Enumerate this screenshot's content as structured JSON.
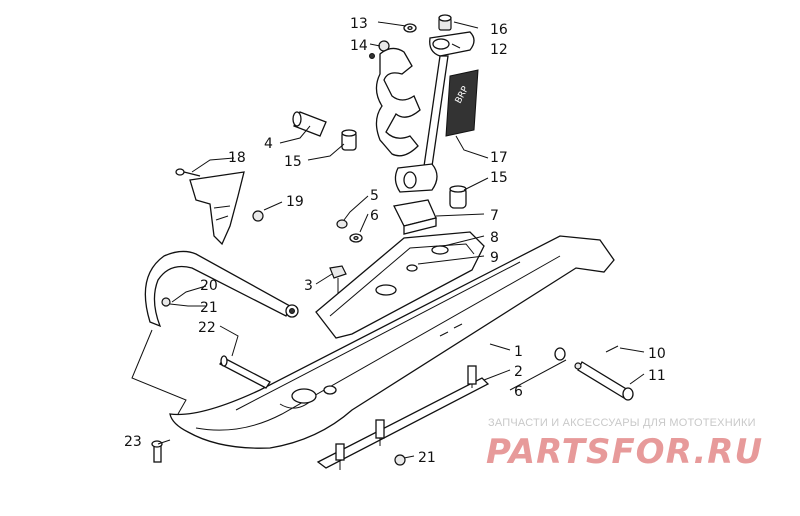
{
  "callouts": [
    {
      "id": "13",
      "label": "13"
    },
    {
      "id": "16",
      "label": "16"
    },
    {
      "id": "14",
      "label": "14"
    },
    {
      "id": "12",
      "label": "12"
    },
    {
      "id": "4",
      "label": "4"
    },
    {
      "id": "15a",
      "label": "15"
    },
    {
      "id": "18",
      "label": "18"
    },
    {
      "id": "17",
      "label": "17"
    },
    {
      "id": "15b",
      "label": "15"
    },
    {
      "id": "19",
      "label": "19"
    },
    {
      "id": "5",
      "label": "5"
    },
    {
      "id": "6a",
      "label": "6"
    },
    {
      "id": "7",
      "label": "7"
    },
    {
      "id": "8",
      "label": "8"
    },
    {
      "id": "9",
      "label": "9"
    },
    {
      "id": "3",
      "label": "3"
    },
    {
      "id": "20",
      "label": "20"
    },
    {
      "id": "21a",
      "label": "21"
    },
    {
      "id": "22",
      "label": "22"
    },
    {
      "id": "1",
      "label": "1"
    },
    {
      "id": "10",
      "label": "10"
    },
    {
      "id": "2",
      "label": "2"
    },
    {
      "id": "11",
      "label": "11"
    },
    {
      "id": "6b",
      "label": "6"
    },
    {
      "id": "23",
      "label": "23"
    },
    {
      "id": "21b",
      "label": "21"
    }
  ],
  "decal_text": "BRP",
  "watermark": {
    "subtitle": "ЗАПЧАСТИ И АКСЕССУАРЫ ДЛЯ МОТОТЕХНИКИ",
    "logo": "PARTSFOR.RU"
  }
}
